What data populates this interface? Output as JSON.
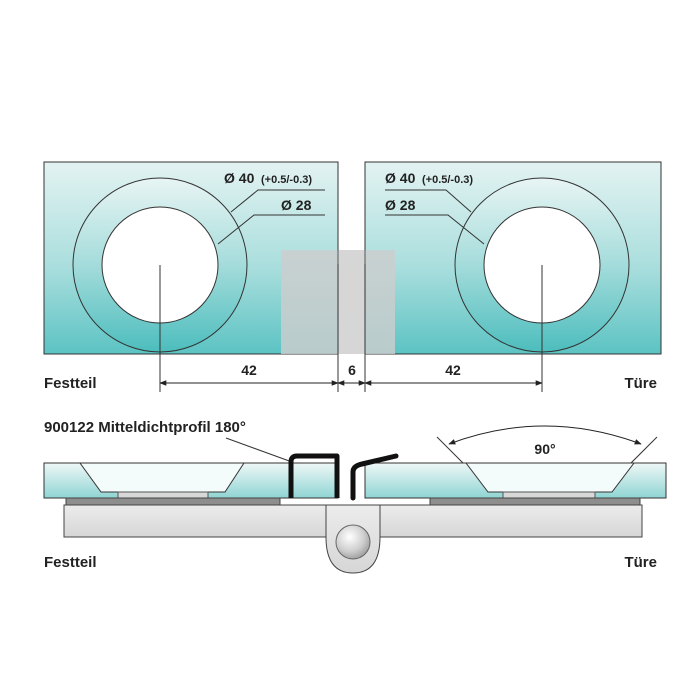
{
  "top_view": {
    "left_panel": {
      "outer_diameter": "Ø 40",
      "tolerance": "(+0.5/-0.3)",
      "inner_diameter": "Ø 28"
    },
    "right_panel": {
      "outer_diameter": "Ø 40",
      "tolerance": "(+0.5/-0.3)",
      "inner_diameter": "Ø 28"
    },
    "dimensions": {
      "left_distance": "42",
      "gap": "6",
      "right_distance": "42"
    },
    "label_left": "Festteil",
    "label_right": "Türe"
  },
  "section_view": {
    "profile_label": "900122 Mitteldichtprofil 180°",
    "angle_label": "90°",
    "label_left": "Festteil",
    "label_right": "Türe"
  },
  "colors": {
    "glass_top": "#e3f3f2",
    "glass_bottom": "#5cc3c3",
    "outline": "#333333",
    "gap_overlay": "#c9c9c9"
  }
}
